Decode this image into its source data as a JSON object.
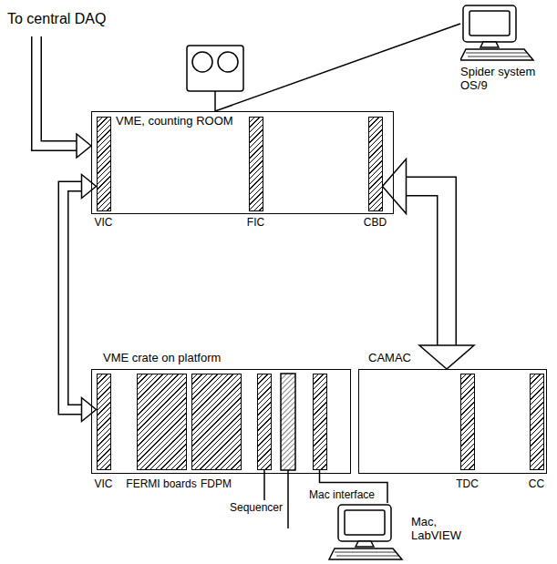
{
  "diagram": {
    "nodes": [
      {
        "text": [
          "VME, counting ROOM"
        ]
      },
      {
        "text": [
          "VIC"
        ],
        "in": 0
      },
      {
        "text": [
          "FIC"
        ],
        "in": 0
      },
      {
        "text": [
          "CBD"
        ],
        "in": 0
      },
      {
        "text": [
          "Spider system OS/9"
        ]
      },
      {
        "text": [
          "VME crate on platform"
        ]
      },
      {
        "text": [
          "VIC"
        ],
        "in": 5
      },
      {
        "text": [
          "FERMI boards"
        ],
        "in": 5
      },
      {
        "text": [
          "FDPM"
        ],
        "in": 5
      },
      {
        "text": [
          "Sequencer"
        ],
        "in": 5
      },
      {
        "text": [
          "Mac interface"
        ],
        "in": 5
      },
      {
        "text": [
          "CAMAC"
        ]
      },
      {
        "text": [
          "TDC"
        ],
        "in": 11
      },
      {
        "text": [
          "CC"
        ],
        "in": 11
      },
      {
        "text": [
          "Mac, LabVIEW"
        ]
      }
    ],
    "edges": [
      {
        "from": 4,
        "to": 0,
        "arrow": "none"
      },
      {
        "from": 1,
        "to": 6,
        "arrow": "both"
      },
      {
        "from": 3,
        "to": 11,
        "arrow": "both"
      },
      {
        "from": 10,
        "to": 14,
        "arrow": "none"
      }
    ],
    "labels": [
      "To central DAQ"
    ]
  }
}
